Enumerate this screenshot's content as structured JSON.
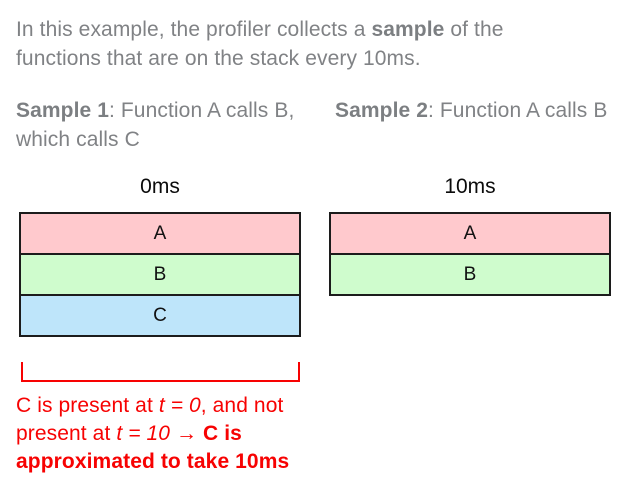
{
  "intro": {
    "part1": "In this example, the profiler collects a ",
    "bold": "sample",
    "part2": " of the functions that are on the stack every 10ms."
  },
  "samples": [
    {
      "label": "Sample 1",
      "rest": ": Function A calls B, which calls C"
    },
    {
      "label": "Sample 2",
      "rest": ": Function A calls B"
    }
  ],
  "stacks": [
    {
      "time_label": "0ms",
      "frames": [
        {
          "name": "A",
          "color": "#ffc9cd"
        },
        {
          "name": "B",
          "color": "#cffccd"
        },
        {
          "name": "C",
          "color": "#bee5fa"
        }
      ]
    },
    {
      "time_label": "10ms",
      "frames": [
        {
          "name": "A",
          "color": "#ffc9cd"
        },
        {
          "name": "B",
          "color": "#cffccd"
        }
      ]
    }
  ],
  "annotation": {
    "segments": [
      {
        "text": "C is present at ",
        "style": "normal"
      },
      {
        "text": "t = 0",
        "style": "italic"
      },
      {
        "text": ", and not present at ",
        "style": "normal"
      },
      {
        "text": "t = 10",
        "style": "italic"
      },
      {
        "text": " → ",
        "style": "normal"
      },
      {
        "text": "C is approximated to take 10ms",
        "style": "bold"
      }
    ]
  },
  "colors": {
    "body_text": "#808285",
    "heading_text": "#0b0b0b",
    "frame_border": "#1c1c1c",
    "annotation_red": "#f70202",
    "background": "#ffffff"
  }
}
